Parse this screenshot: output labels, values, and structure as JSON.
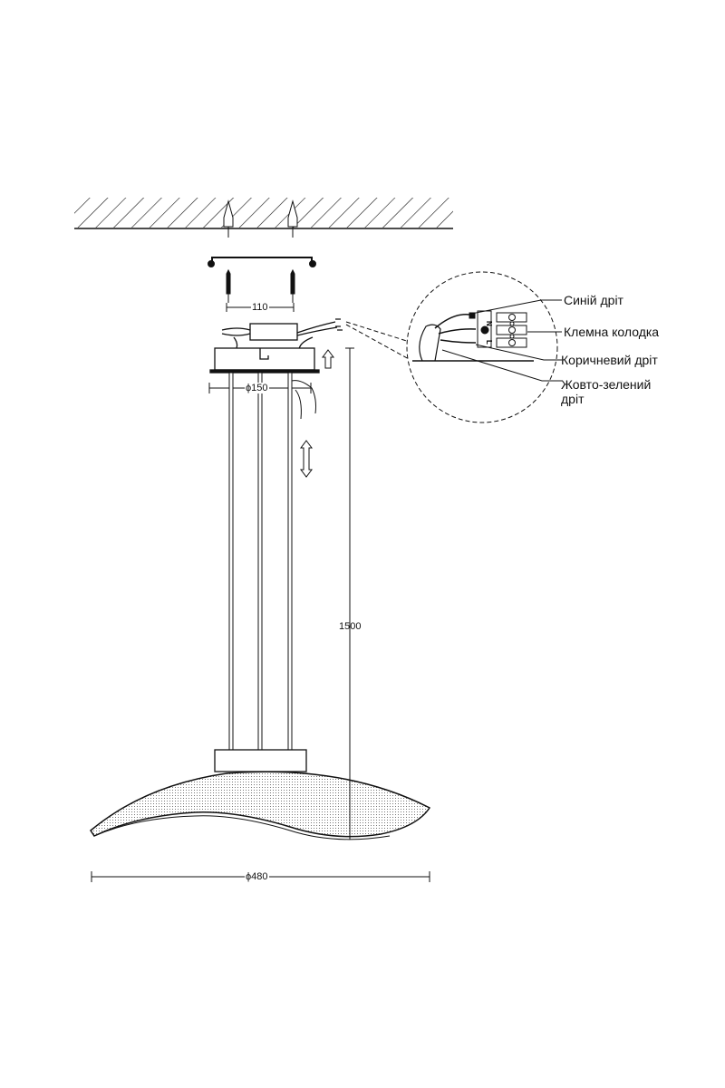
{
  "dimensions": {
    "mount_spacing": "110",
    "canopy_diameter": "ϕ150",
    "drop_height": "1500",
    "shade_diameter": "ϕ480"
  },
  "callouts": {
    "blue_wire": "Синій дріт",
    "terminal_block": "Клемна колодка",
    "brown_wire": "Коричневий дріт",
    "yellow_green_wire_line1": "Жовто-зелений",
    "yellow_green_wire_line2": "дріт"
  },
  "terminal_marks": {
    "neutral": "N",
    "live": "L"
  }
}
